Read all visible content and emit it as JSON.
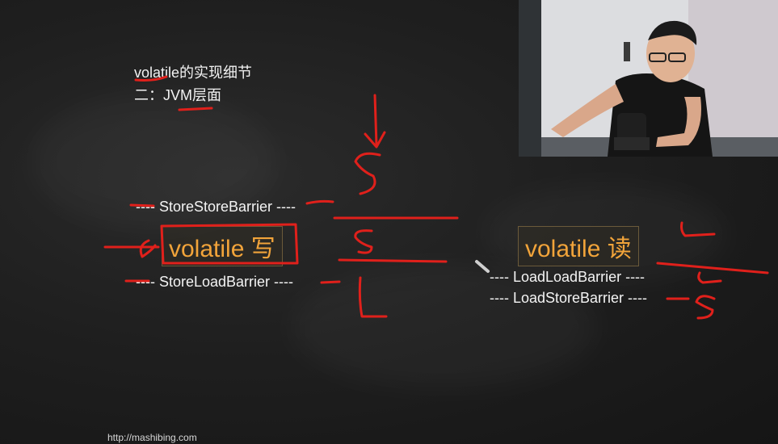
{
  "slide": {
    "title_line1": "volatile的实现细节",
    "title_line2": "二：JVM层面",
    "write_label": "volatile 写",
    "read_label": "volatile 读",
    "barriers_write": [
      "---- StoreStoreBarrier ----",
      "---- StoreLoadBarrier ----"
    ],
    "barriers_read": [
      "---- LoadLoadBarrier ----",
      "---- LoadStoreBarrier ----"
    ],
    "footer_url": "http://mashibing.com"
  },
  "colors": {
    "chalkboard": "#1f1f1f",
    "text": "#f2f2f2",
    "accent_orange": "#f2a43a",
    "annotation_red": "#e0201b"
  },
  "webcam": {
    "icon": "presenter-video"
  },
  "annotations": {
    "letters": [
      "S",
      "S",
      "L",
      "L",
      "L",
      "S"
    ]
  }
}
